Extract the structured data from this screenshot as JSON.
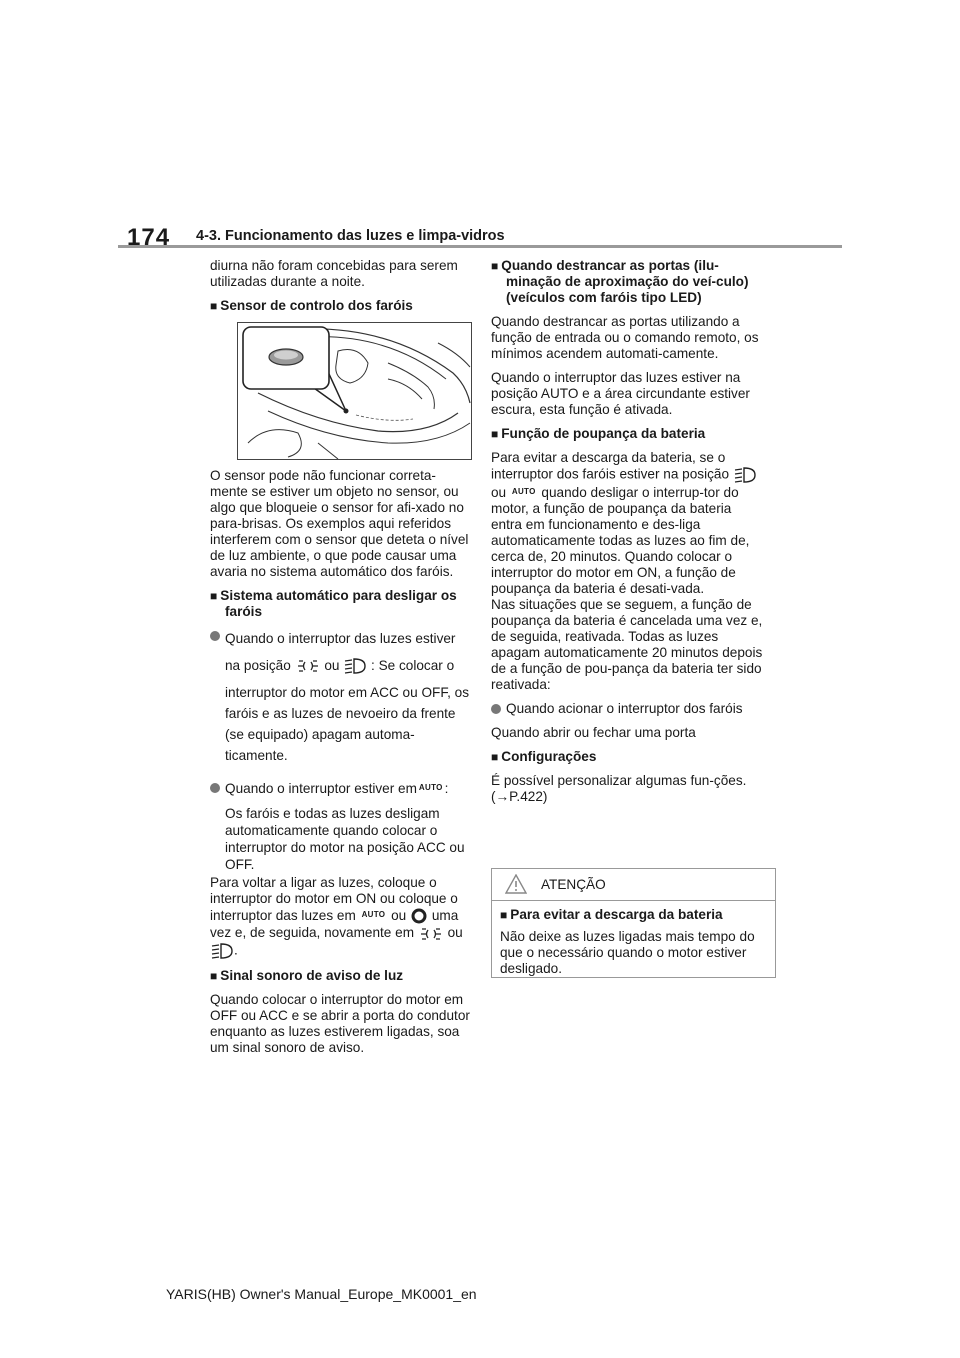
{
  "header": {
    "page_number": "174",
    "section": "4-3. Funcionamento das luzes e limpa-vidros"
  },
  "left": {
    "intro": "diurna não foram concebidas para serem utilizadas durante a noite.",
    "sensor_heading": "Sensor de controlo dos faróis",
    "sensor_text": "O sensor pode não funcionar correta-mente se estiver um objeto no sensor, ou algo que bloqueie o sensor for afi-xado no para-brisas. Os exemplos aqui referidos interferem com o sensor que deteta o nível de luz ambiente, o que pode causar uma avaria no sistema automático dos faróis.",
    "auto_off_heading": "Sistema automático para desligar os faróis",
    "bullet1_a": "Quando o interruptor das luzes estiver",
    "bullet1_b": "na posição",
    "bullet1_ou": "ou",
    "bullet1_c": ": Se colocar o",
    "bullet1_d": "interruptor do motor em ACC ou OFF, os faróis e as luzes de nevoeiro da frente (se equipado) apagam automa-ticamente.",
    "bullet2_a": "Quando o interruptor estiver em",
    "bullet2_colon": ":",
    "bullet2_b": "Os faróis e todas as luzes desligam automaticamente quando colocar o interruptor do motor na posição ACC ou OFF.",
    "relight_a": "Para voltar a ligar as luzes, coloque o interruptor do motor em ON ou coloque o interruptor das luzes em",
    "relight_ou": "ou",
    "relight_b": "uma vez e, de seguida, novamente em",
    "relight_ou2": "ou",
    "relight_end": ".",
    "buzzer_heading": "Sinal sonoro de aviso de luz",
    "buzzer_text": "Quando colocar o interruptor do motor em OFF ou ACC e se abrir a porta do condutor enquanto as luzes estiverem ligadas, soa um sinal sonoro de aviso."
  },
  "right": {
    "unlock_heading": "Quando destrancar as portas (ilu-minação de aproximação do veí-culo) (veículos com faróis tipo LED)",
    "unlock_text1": "Quando destrancar as portas utilizando a função de entrada ou o comando remoto, os mínimos acendem automati-camente.",
    "unlock_text2": "Quando o interruptor das luzes estiver na posição AUTO e a área circundante estiver escura, esta função é ativada.",
    "saver_heading": "Função de poupança da bateria",
    "saver_a": "Para evitar a descarga da bateria, se o interruptor dos faróis estiver na posição",
    "saver_ou": "ou",
    "saver_b": "quando desligar o interrup-tor do motor, a função de poupança da bateria entra em funcionamento e des-liga automaticamente todas as luzes ao fim de, cerca de, 20 minutos. Quando colocar o interruptor do motor em ON, a função de poupança da bateria é desati-vada.",
    "saver_c": "Nas situações que se seguem, a função de poupança da bateria é cancelada uma vez e, de seguida, reativada. Todas as luzes apagam automaticamente 20 minutos depois de a função de pou-pança da bateria ter sido reativada:",
    "saver_bullet": "Quando acionar o interruptor dos faróis",
    "saver_door": "Quando abrir ou fechar uma porta",
    "settings_heading": "Configurações",
    "settings_text": "É possível personalizar algumas fun-ções. (→P.422)"
  },
  "warning": {
    "title": "ATENÇÃO",
    "heading": "Para evitar a descarga da bateria",
    "text": "Não deixe as luzes ligadas mais tempo do que o necessário quando o motor estiver desligado."
  },
  "icons": {
    "auto": "AUTO",
    "square_marker": "■",
    "bullet_marker": "●"
  },
  "footer": "YARIS(HB) Owner's Manual_Europe_MK0001_en"
}
